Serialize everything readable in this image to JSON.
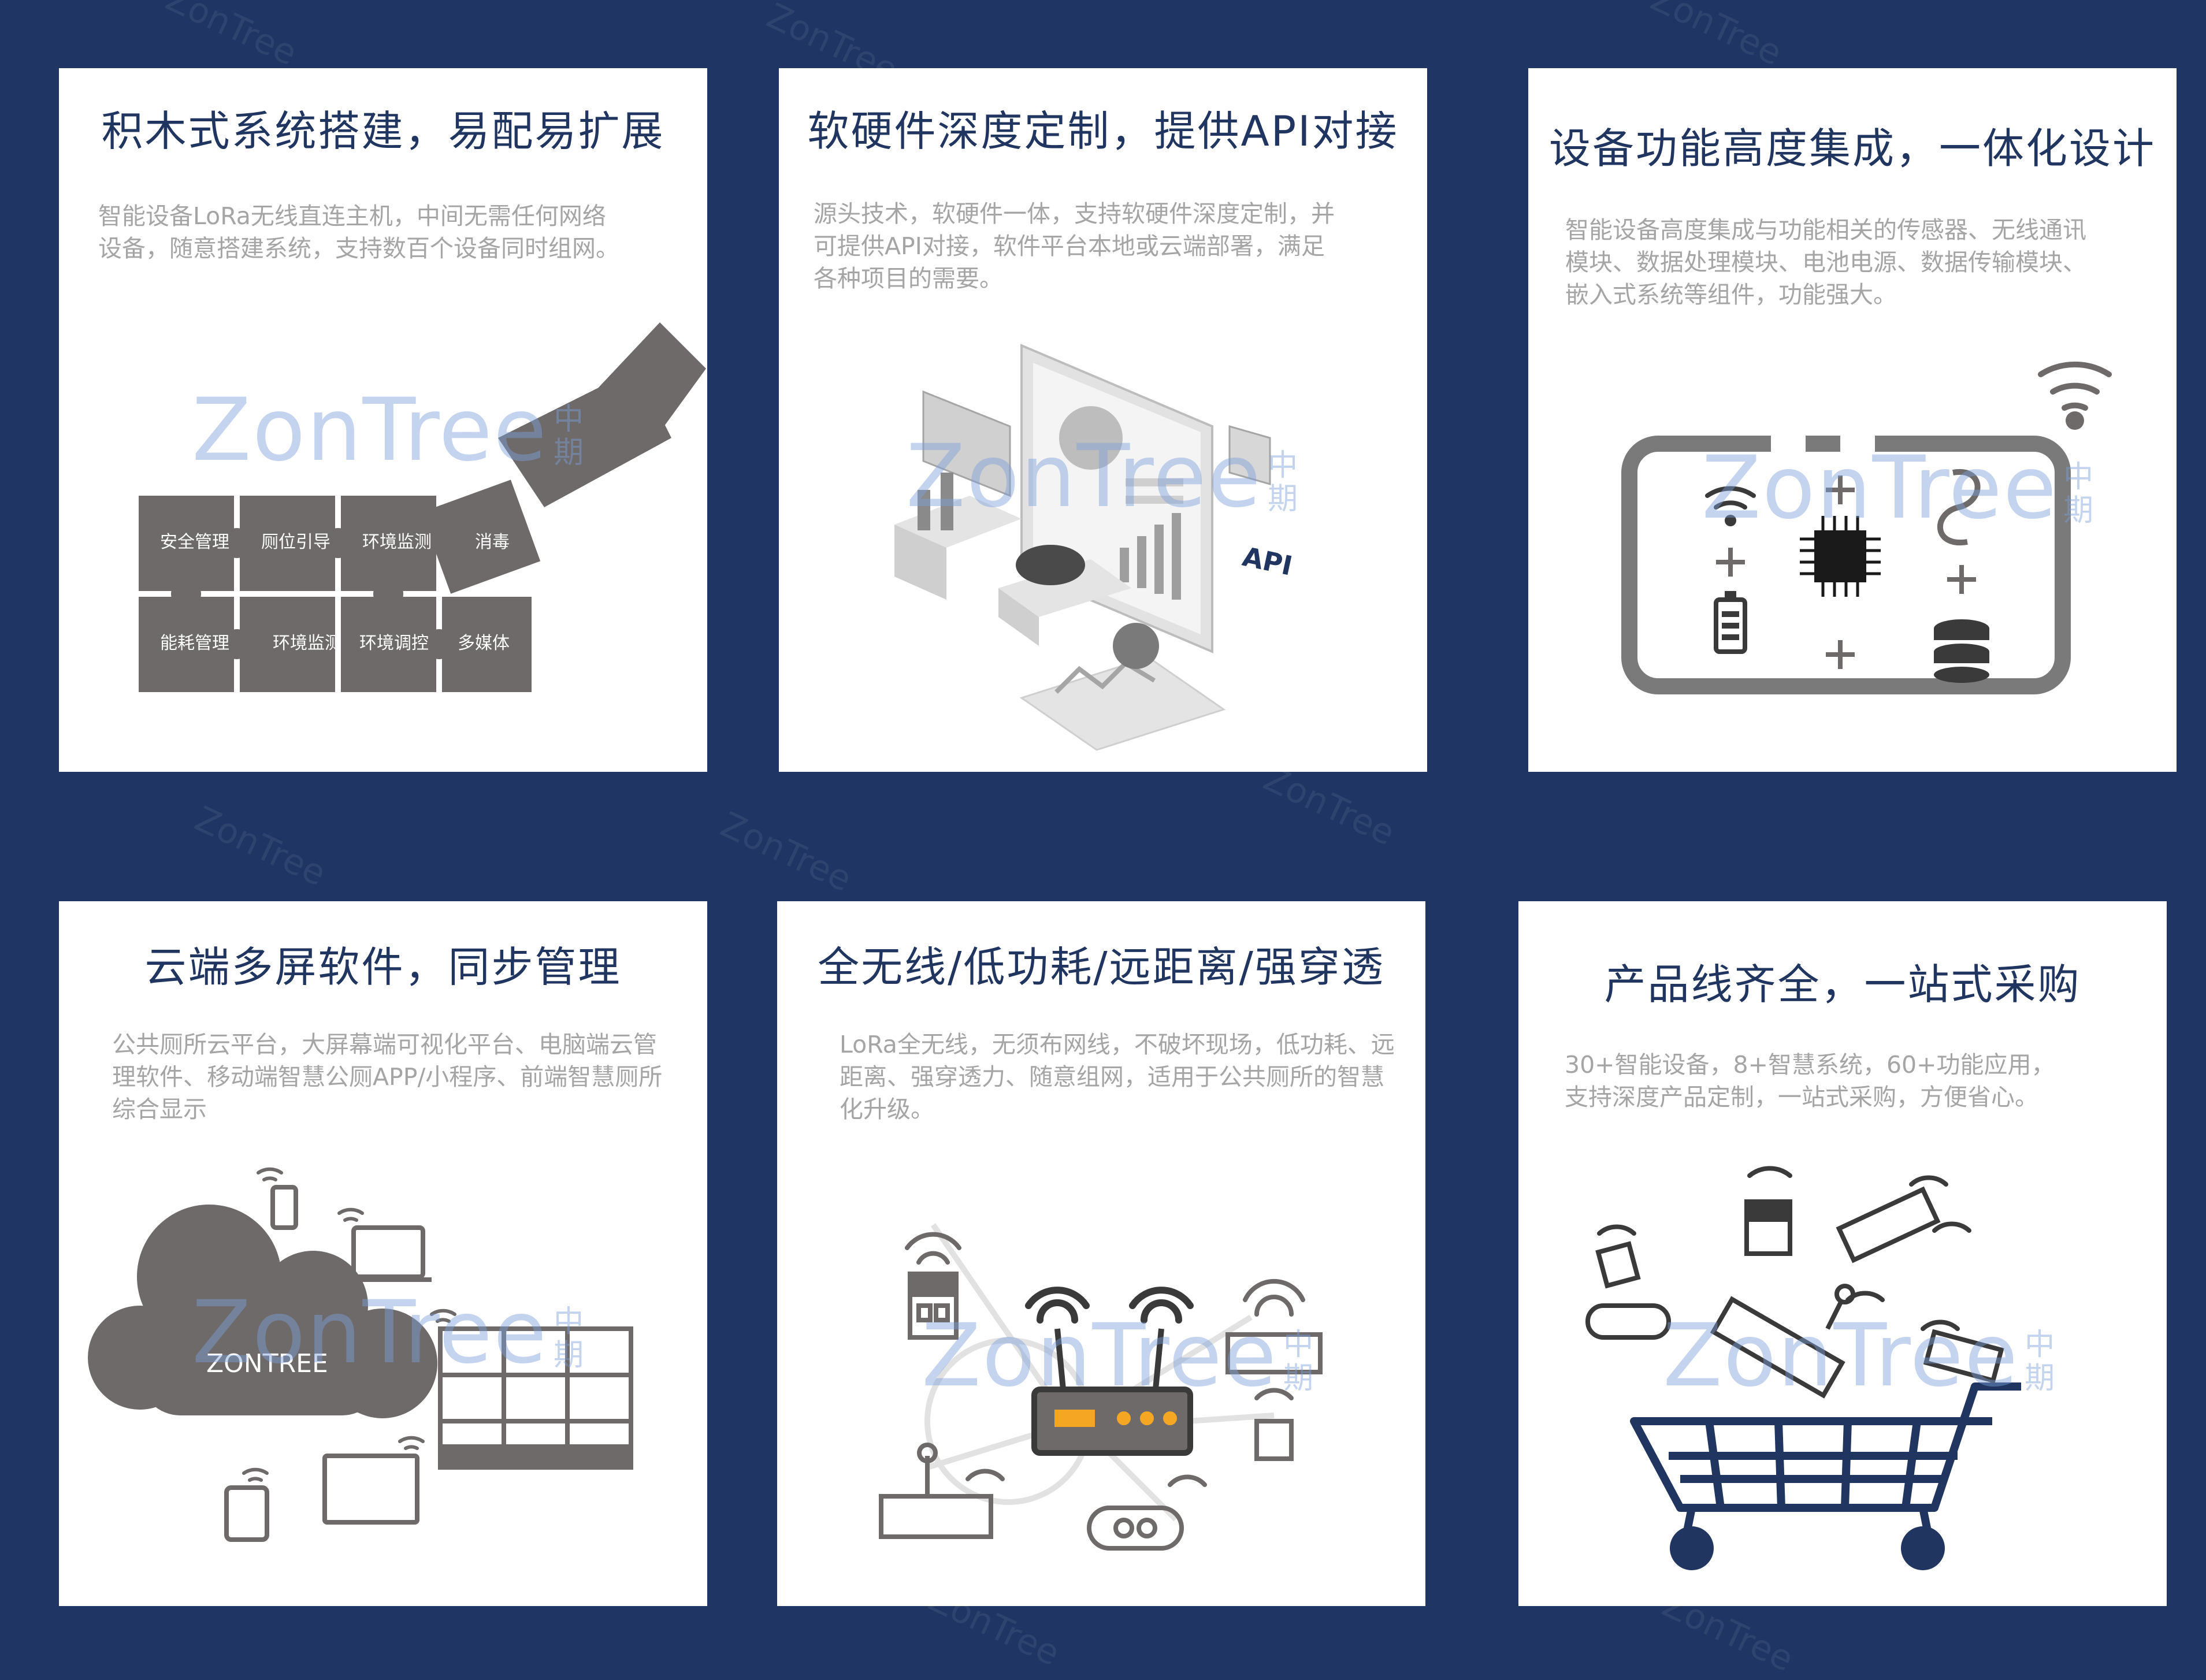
{
  "brand": {
    "watermark": "ZonTree",
    "watermark_cn_1": "中",
    "watermark_cn_2": "期",
    "cloud_label": "ZONTREE"
  },
  "cards": [
    {
      "title": "积木式系统搭建，易配易扩展",
      "desc_lines": [
        "智能设备LoRa无线直连主机，中间无需任何网络",
        "设备，随意搭建系统，支持数百个设备同时组网。"
      ],
      "puzzle": [
        "安全管理",
        "厕位引导",
        "环境监测",
        "消毒",
        "能耗管理",
        "环境监测",
        "环境调控",
        "多媒体"
      ]
    },
    {
      "title": "软硬件深度定制，提供API对接",
      "desc_lines": [
        "源头技术，软硬件一体，支持软硬件深度定制，并",
        "可提供API对接，软件平台本地或云端部署，满足",
        "各种项目的需要。"
      ],
      "api_label": "API"
    },
    {
      "title": "设备功能高度集成，一体化设计",
      "desc_lines": [
        "智能设备高度集成与功能相关的传感器、无线通讯",
        "模块、数据处理模块、电池电源、数据传输模块、",
        "嵌入式系统等组件，功能强大。"
      ]
    },
    {
      "title": "云端多屏软件，同步管理",
      "desc_lines": [
        "公共厕所云平台，大屏幕端可视化平台、电脑端云管",
        "理软件、移动端智慧公厕APP/小程序、前端智慧厕所",
        "综合显示"
      ]
    },
    {
      "title": "全无线/低功耗/远距离/强穿透",
      "desc_lines": [
        "LoRa全无线，无须布网线，不破坏现场，低功耗、远",
        "距离、强穿透力、随意组网，适用于公共厕所的智慧",
        "化升级。"
      ]
    },
    {
      "title": "产品线齐全，一站式采购",
      "desc_lines": [
        "30+智能设备，8+智慧系统，60+功能应用，",
        "支持深度产品定制，一站式采购，方便省心。"
      ]
    }
  ],
  "colors": {
    "background": "#1f3563",
    "title": "#20355f",
    "desc": "#a5a5a5",
    "icon": "#6e6a69",
    "accent": "#f5a623"
  }
}
